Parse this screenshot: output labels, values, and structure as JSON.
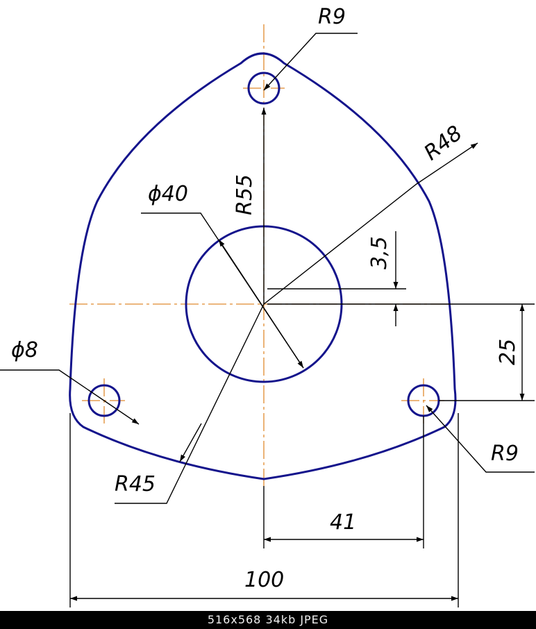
{
  "drawing": {
    "colors": {
      "outline": "#14148c",
      "dimension": "#000000",
      "centerline": "#e08a2e"
    },
    "labels": {
      "r9_top": "R9",
      "r48": "R48",
      "d40": "ϕ40",
      "r55": "R55",
      "d3_5": "3,5",
      "d8": "ϕ8",
      "d25": "25",
      "r9_right": "R9",
      "r45": "R45",
      "d41": "41",
      "d100": "100"
    }
  },
  "footer": {
    "caption": "516x568 34kb JPEG"
  }
}
